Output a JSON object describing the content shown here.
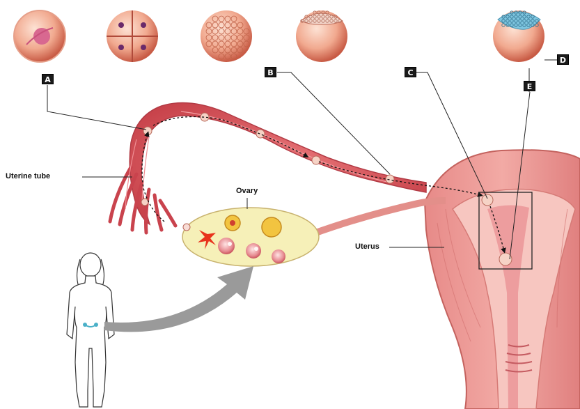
{
  "labels": {
    "uterine_tube": "Uterine tube",
    "ovary": "Ovary",
    "uterus": "Uterus"
  },
  "markers": {
    "a": "A",
    "b": "B",
    "c": "C",
    "d": "D",
    "e": "E"
  },
  "embryo_stages": [
    {
      "stage": "zygote"
    },
    {
      "stage": "four-cell stage"
    },
    {
      "stage": "morula"
    },
    {
      "stage": "early blastocyst"
    },
    {
      "stage": "blastocyst with inner cell mass"
    }
  ],
  "colors": {
    "tissue": "#d9646a",
    "tissue_light": "#f0a8a4",
    "ovary": "#f6f0b8",
    "arrow": "#9a9a9a",
    "marker_bg": "#1a1a1a"
  }
}
